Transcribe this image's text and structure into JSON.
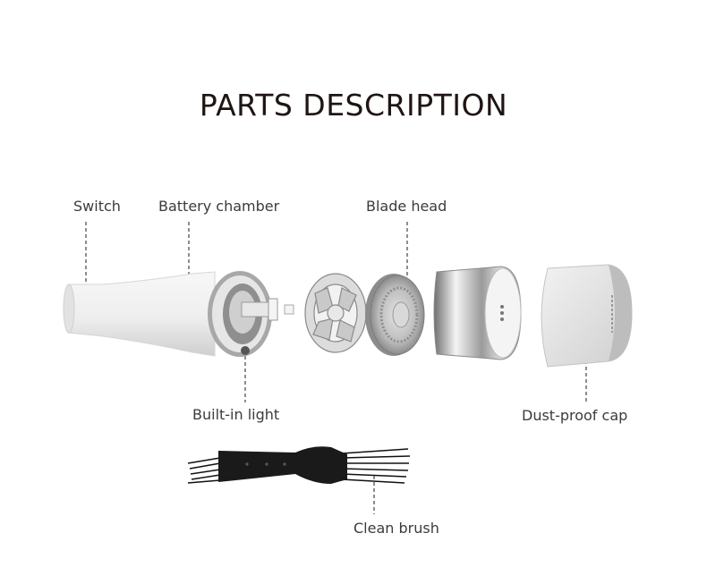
{
  "title": "PARTS DESCRIPTION",
  "parts": {
    "switch": "Switch",
    "battery_chamber": "Battery chamber",
    "blade_head": "Blade head",
    "built_in_light": "Built-in light",
    "dust_proof_cap": "Dust-proof cap",
    "clean_brush": "Clean brush"
  },
  "colors": {
    "title": "#1f1512",
    "label": "#3b3b3b",
    "body": "#ececec",
    "metal": "#b9b9b9",
    "brush": "#1a1a1a"
  }
}
